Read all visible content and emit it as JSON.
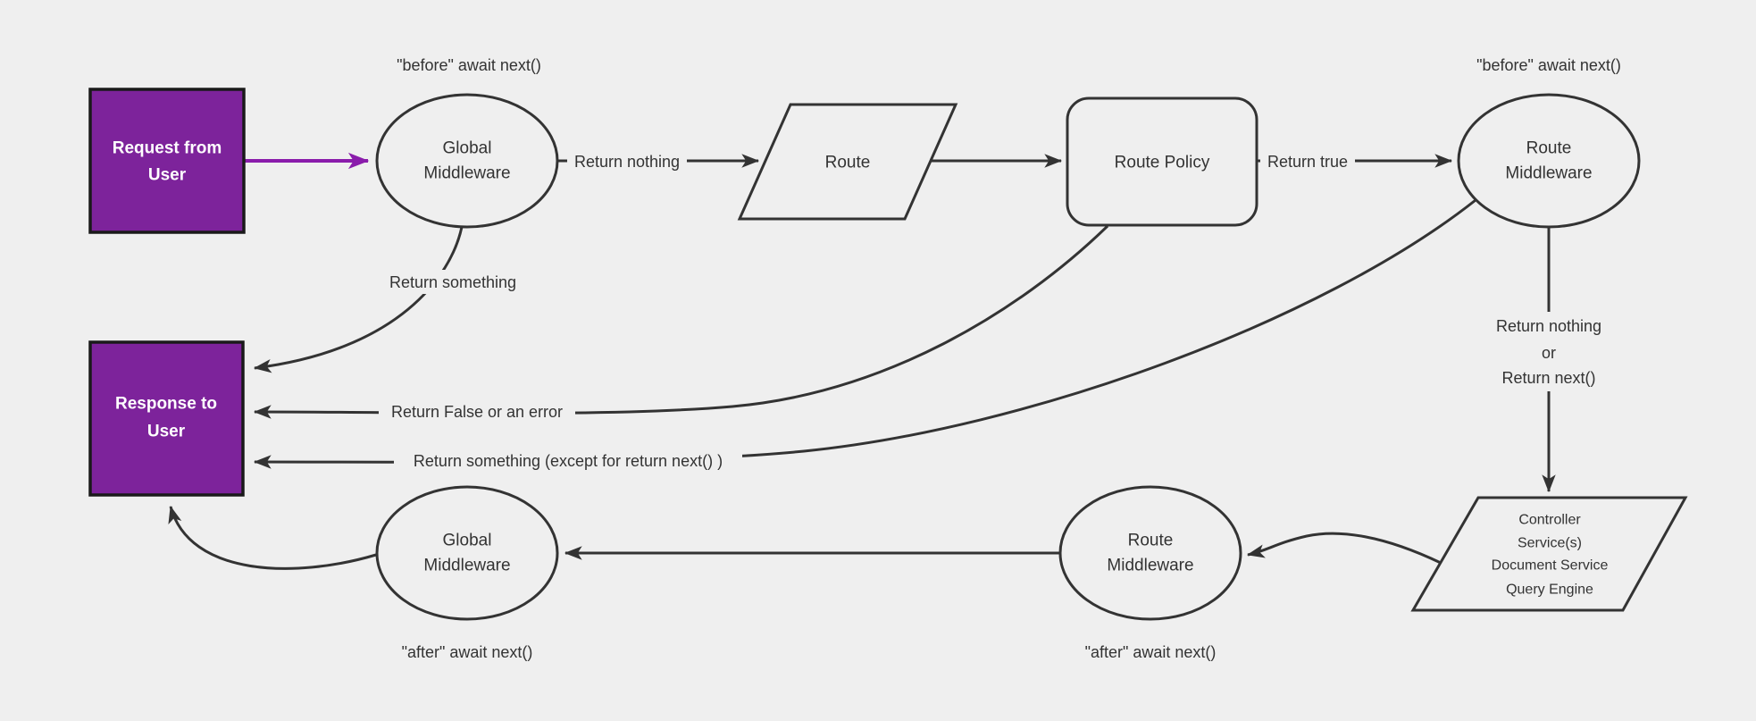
{
  "colors": {
    "background": "#efefef",
    "line": "#333333",
    "accent_fill": "#7d239b",
    "accent_border": "#1a1a1a",
    "accent_arrow": "#8a1cab",
    "text_dark": "#333333",
    "text_light": "#ffffff"
  },
  "nodes": {
    "request": {
      "line1": "Request from",
      "line2": "User"
    },
    "global_middleware_top": {
      "line1": "Global",
      "line2": "Middleware"
    },
    "route": {
      "label": "Route"
    },
    "route_policy": {
      "label": "Route Policy"
    },
    "route_middleware_top": {
      "line1": "Route",
      "line2": "Middleware"
    },
    "response": {
      "line1": "Response to",
      "line2": "User"
    },
    "controller": {
      "line1": "Controller",
      "line2": "Service(s)",
      "line3": "Document Service",
      "line4": "Query Engine"
    },
    "route_middleware_bottom": {
      "line1": "Route",
      "line2": "Middleware"
    },
    "global_middleware_bottom": {
      "line1": "Global",
      "line2": "Middleware"
    }
  },
  "edge_labels": {
    "before_await_left": "\"before\" await next()",
    "before_await_right": "\"before\" await next()",
    "return_nothing": "Return nothing",
    "return_true": "Return true",
    "return_something": "Return something",
    "return_false_or_error": "Return False or an error",
    "return_something_except": "Return something (except for return next() )",
    "return_nothing_or_line1": "Return nothing",
    "return_nothing_or_line2": "or",
    "return_nothing_or_line3": "Return next()",
    "after_await_left": "\"after\" await next()",
    "after_await_right": "\"after\" await next()"
  }
}
